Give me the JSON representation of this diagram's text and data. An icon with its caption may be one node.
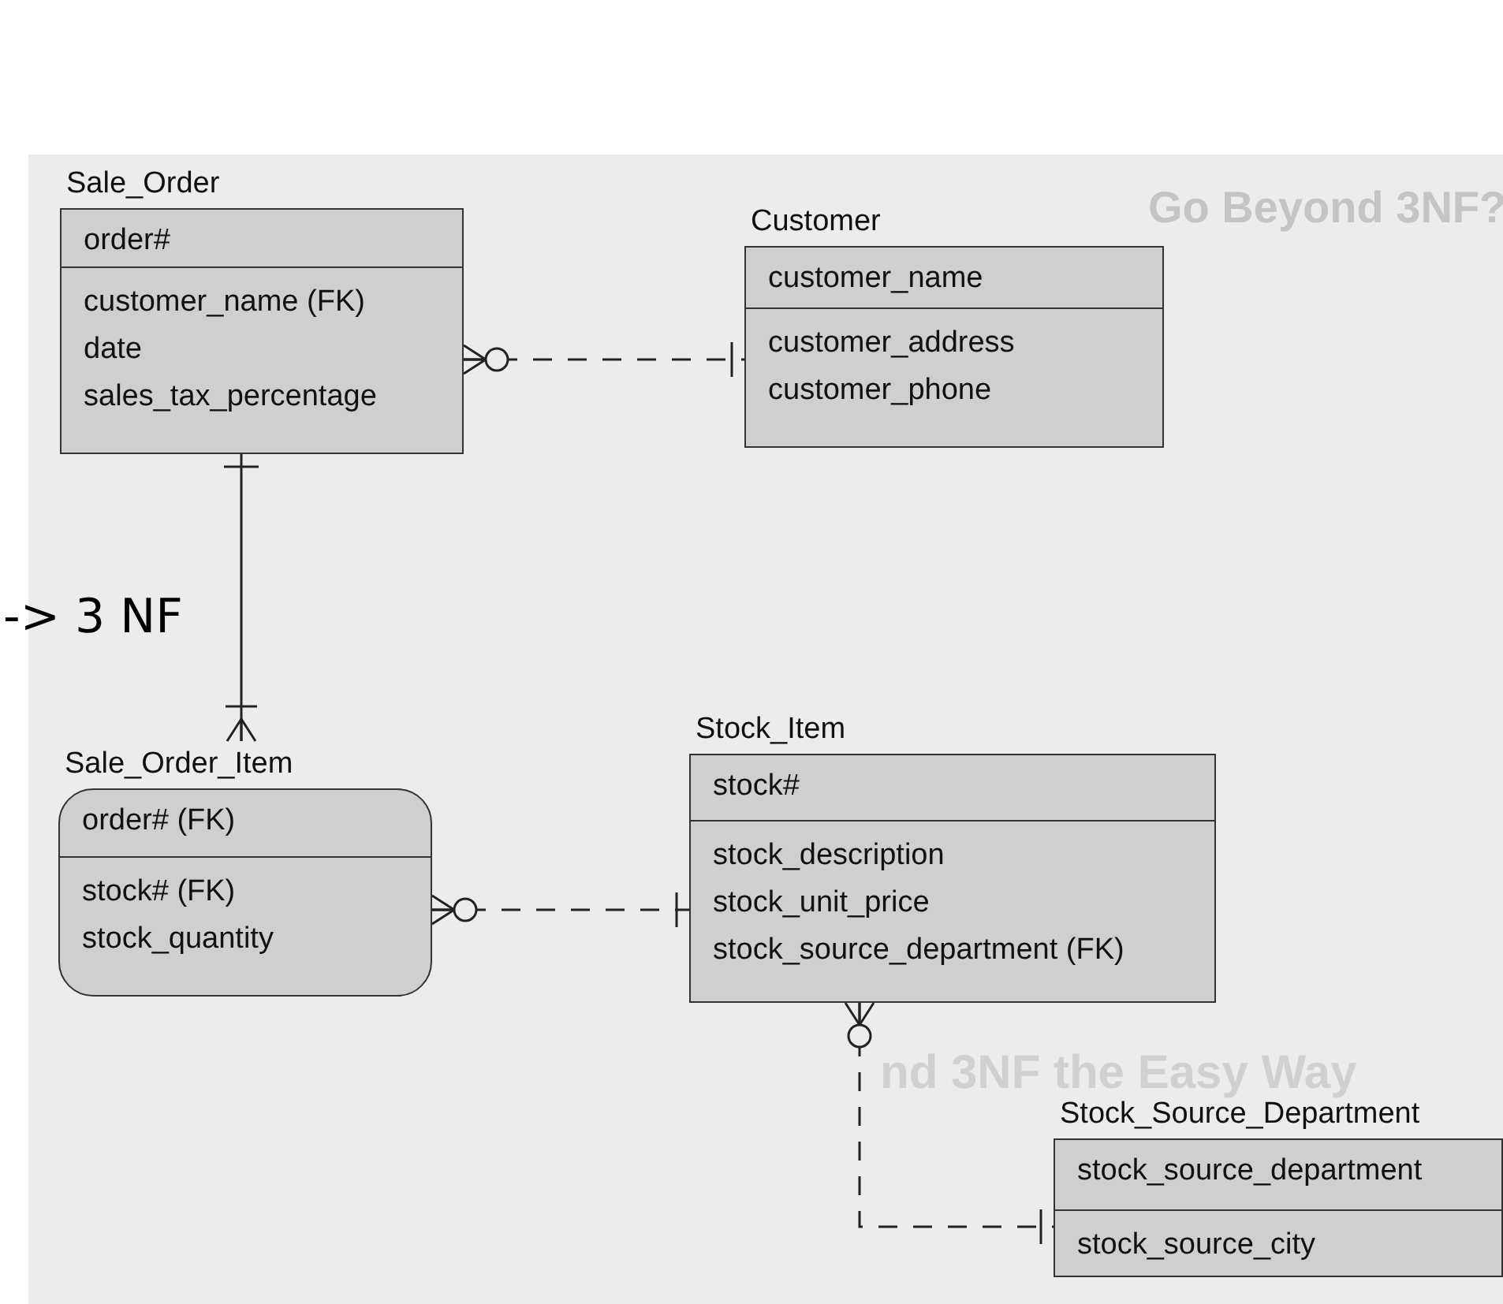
{
  "diagram": {
    "nodes": [
      {
        "text": [
          "Sale_Order",
          "order#",
          "customer_name (FK)",
          "date",
          "sales_tax_percentage"
        ]
      },
      {
        "text": [
          "Customer",
          "customer_name",
          "customer_address",
          "customer_phone"
        ]
      },
      {
        "text": [
          "Sale_Order_Item",
          "order# (FK)",
          "stock# (FK)",
          "stock_quantity"
        ]
      },
      {
        "text": [
          "Stock_Item",
          "stock#",
          "stock_description",
          "stock_unit_price",
          "stock_source_department (FK)"
        ]
      },
      {
        "text": [
          "Stock_Source_Department",
          "stock_source_department",
          "stock_source_city"
        ]
      }
    ],
    "edges": [
      {
        "from": 0,
        "to": 1,
        "arrow": "other",
        "style": "dashed"
      },
      {
        "from": 0,
        "to": 2,
        "arrow": "other"
      },
      {
        "from": 2,
        "to": 3,
        "arrow": "other",
        "style": "dashed"
      },
      {
        "from": 3,
        "to": 4,
        "arrow": "other",
        "style": "dashed"
      }
    ],
    "labels": [
      "Go Beyond 3NF?",
      "-> 3 NF",
      "nd 3NF the Easy Way"
    ]
  }
}
